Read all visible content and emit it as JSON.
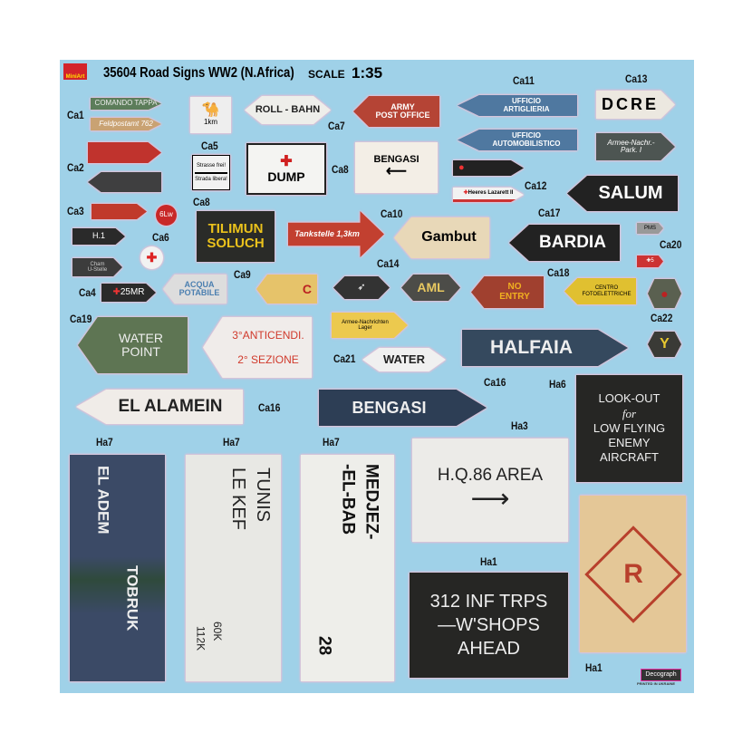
{
  "header": {
    "brand": "MiniArt",
    "title": "35604 Road Signs WW2 (N.Africa)",
    "scale_label": "SCALE",
    "scale_value": "1:35"
  },
  "labels": [
    "Ca1",
    "Ca5",
    "Ca7",
    "Ca11",
    "Ca13",
    "Ca2",
    "Ca8",
    "Ca12",
    "Ca3",
    "Ca6",
    "Ca8",
    "Ca10",
    "Ca17",
    "Ca20",
    "Ca14",
    "Ca18",
    "Ca4",
    "Ca9",
    "Ca19",
    "Ca21",
    "Ca22",
    "Ca16",
    "Ha6",
    "Ca16",
    "Ha3",
    "Ha7",
    "Ha7",
    "Ha7",
    "Ha1",
    "Ha1"
  ],
  "signs": {
    "comando_tappa": "COMANDO TAPPA",
    "feldpostamt": "Feldpostamt 762",
    "camel_distance": "1km",
    "strasse_frei": "Strasse frei!",
    "strada_libera": "Strada libera!",
    "roll_bahn": "ROLL - BAHN",
    "army_post_1": "ARMY",
    "army_post_2": "POST OFFICE",
    "ufficio_art_1": "UFFICIO",
    "ufficio_art_2": "ARTIGLIERIA",
    "ufficio_auto_1": "UFFICIO",
    "ufficio_auto_2": "AUTOMOBILISTICO",
    "dcre": "DCRE",
    "armee_park_1": "Armee-Nachr.-",
    "armee_park_2": "Park. I",
    "dump": "DUMP",
    "bengasi_board": "BENGASI",
    "heeres_lazarett": "Heeres Lazarett II",
    "salum": "SALUM",
    "badge_6lw": "6Lw",
    "tilimun_1": "TILIMUN",
    "tilimun_2": "SOLUCH",
    "tankstelle": "Tankstelle 1,3km",
    "gambut": "Gambut",
    "bardia": "BARDIA",
    "pms": "PMS",
    "h1": "H.1",
    "cham_1": "Cham",
    "cham_2": "U-Stelle",
    "aml": "AML",
    "no_entry_1": "NO",
    "no_entry_2": "ENTRY",
    "centro_1": "CENTRO",
    "centro_2": "FOTOELETTRICHE",
    "plus25": "25MR",
    "acqua_1": "ACQUA",
    "acqua_2": "POTABILE",
    "ca9_letter": "C",
    "water_point_1": "WATER",
    "water_point_2": "POINT",
    "anticendi_1": "3°ANTICENDI.",
    "anticendi_2": "2° SEZIONE",
    "armee_lager_1": "Armee-Nachrichten",
    "armee_lager_2": "Lager",
    "water": "WATER",
    "halfaia": "HALFAIA",
    "el_alamein": "EL ALAMEIN",
    "bengasi_arrow": "BENGASI",
    "lookout": [
      "LOOK-OUT",
      "for",
      "LOW FLYING",
      "ENEMY",
      "AIRCRAFT"
    ],
    "eladem": "EL ADEM",
    "tobruk": "TOBRUK",
    "tunis": "TUNIS",
    "le_kef": "LE KEF",
    "km60": "60K",
    "km112": "112K",
    "medjez_1": "MEDJEZ-",
    "medjez_2": "-EL-BAB",
    "medjez_num": "28",
    "hq86": "H.Q.86 AREA",
    "inf_1": "312 INF TRPS",
    "inf_2": "—W'SHOPS",
    "inf_3": "AHEAD",
    "r_mark": "R"
  },
  "footer": {
    "printer": "Decograph",
    "printed": "PRINTED IN UKRAINE"
  }
}
